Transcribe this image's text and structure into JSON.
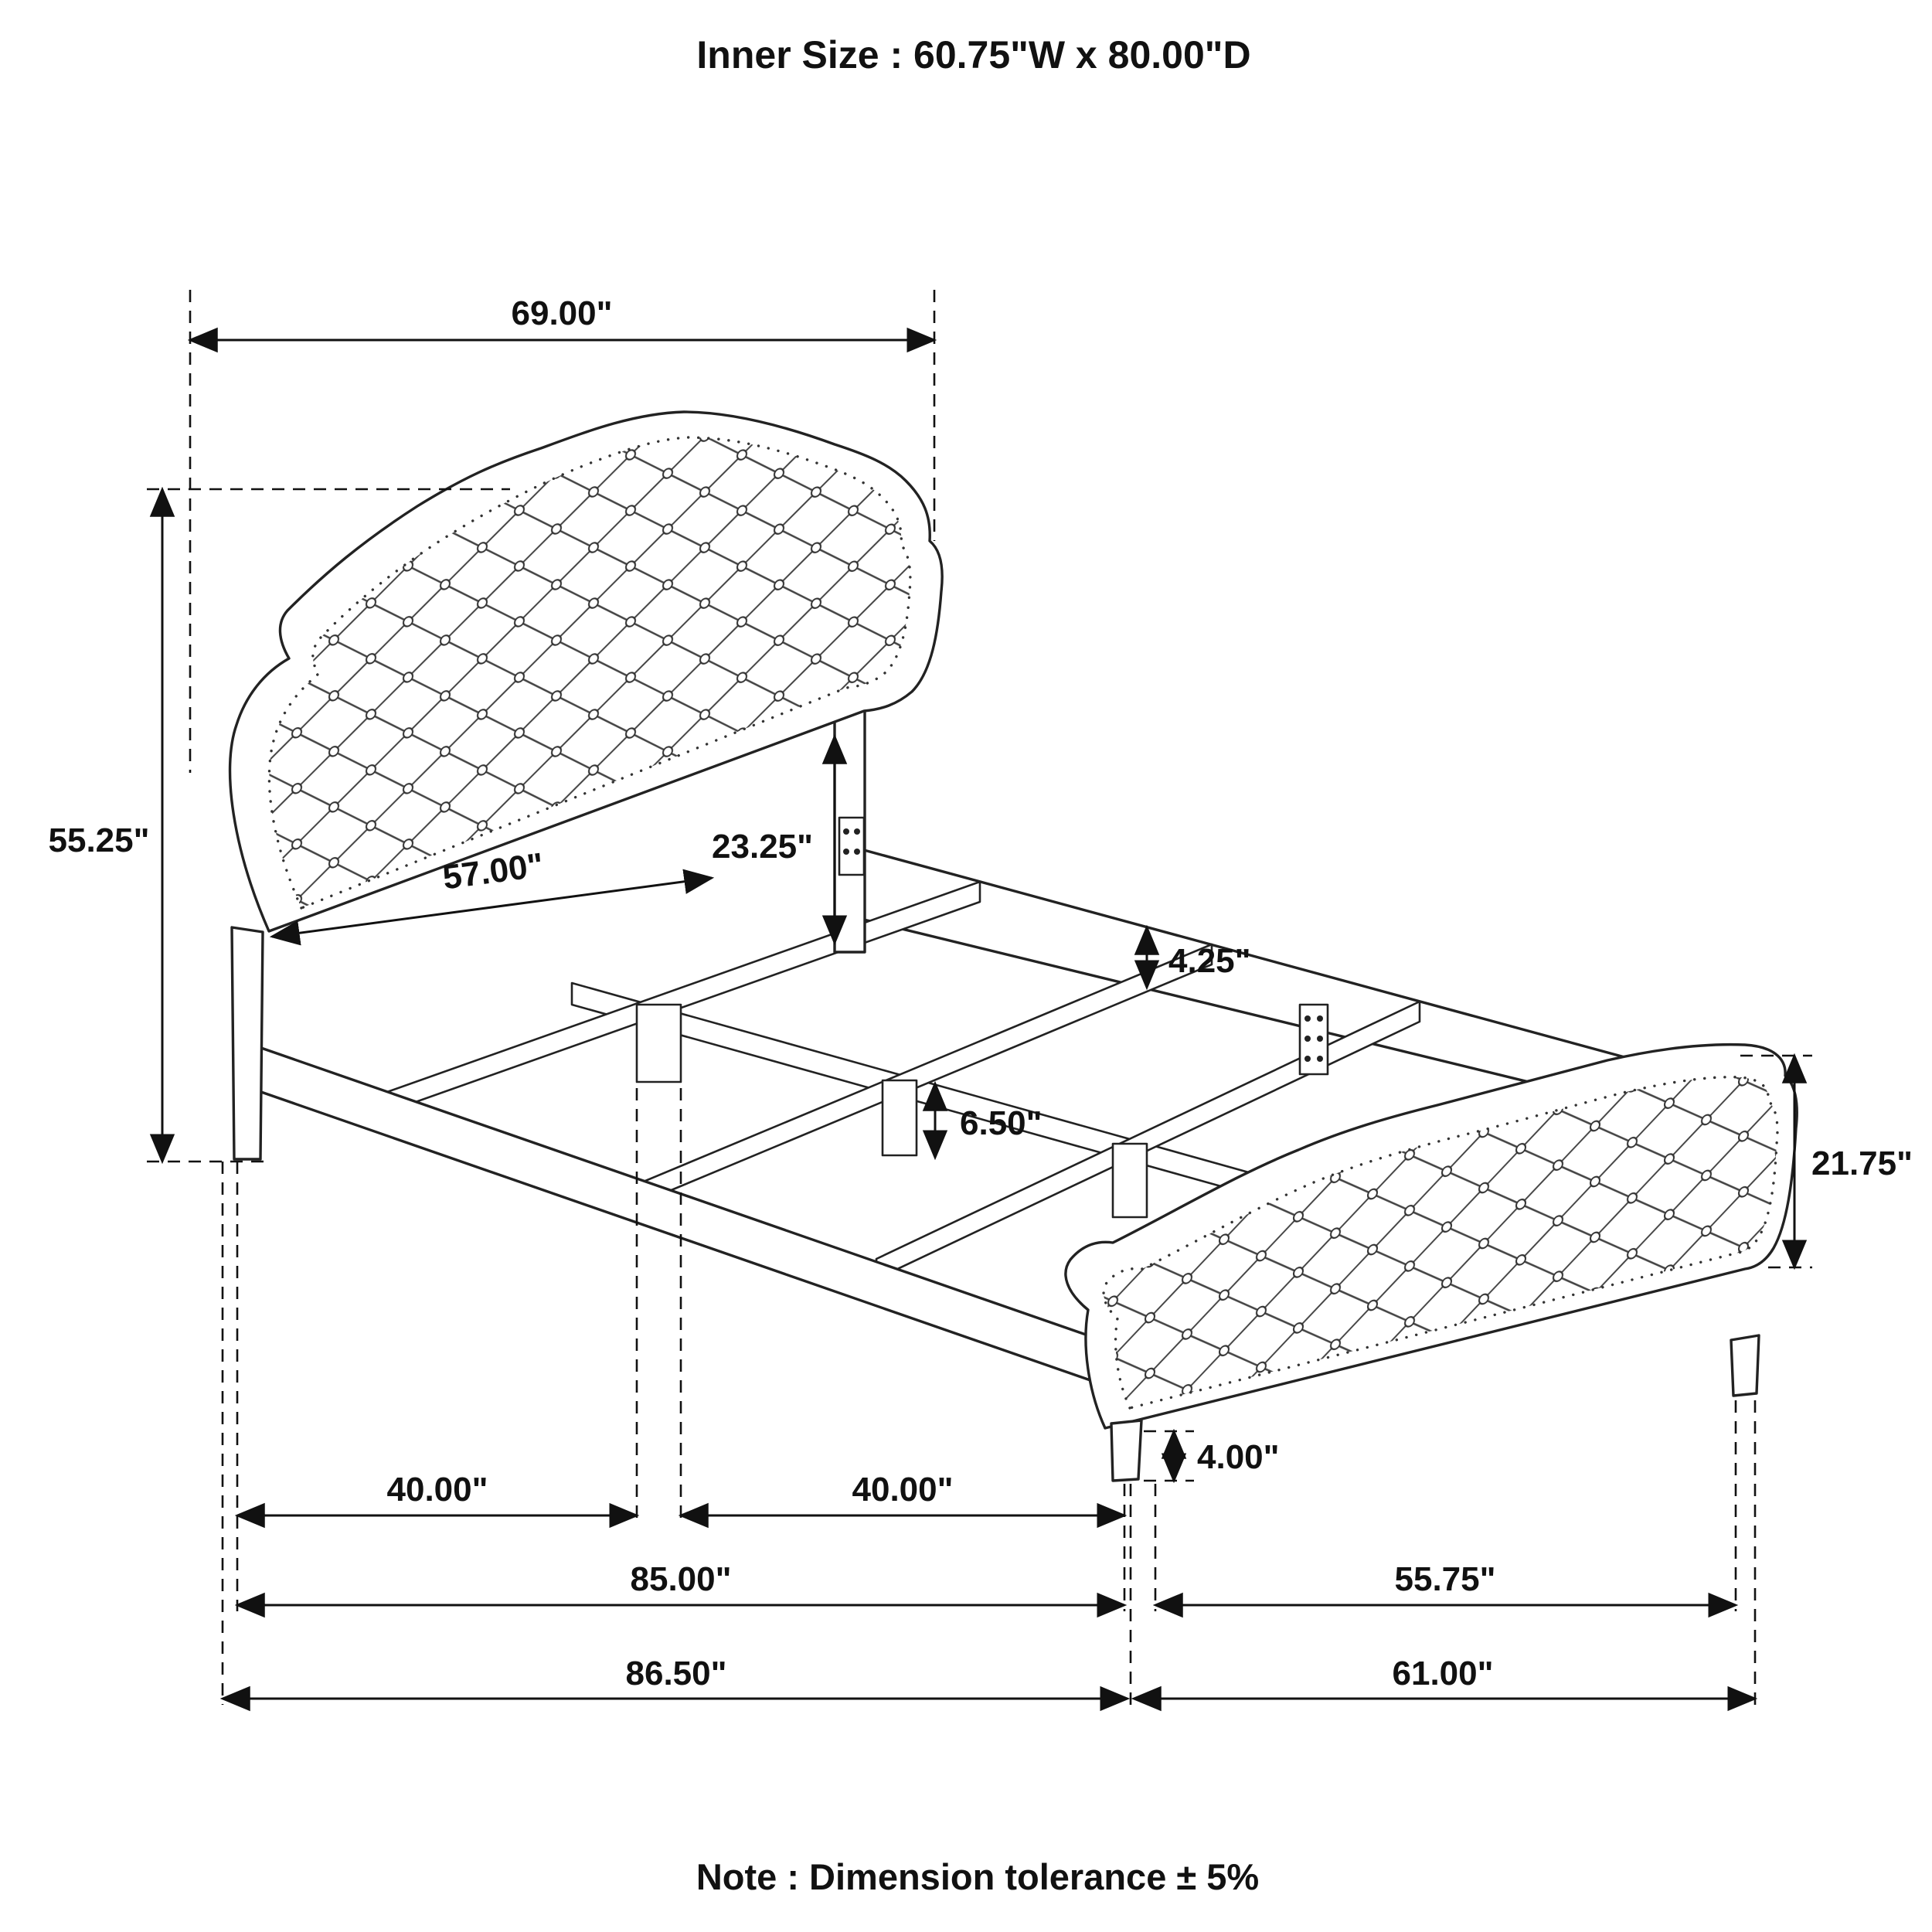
{
  "title": "Inner Size : 60.75\"W x 80.00\"D",
  "note": "Note : Dimension tolerance ± 5%",
  "dims": {
    "headboard_width": "69.00\"",
    "headboard_height": "55.25\"",
    "headboard_inner_width": "57.00\"",
    "headboard_post_height": "23.25\"",
    "rail_height": "4.25\"",
    "center_leg_height": "6.50\"",
    "footboard_height": "21.75\"",
    "footboard_leg_height": "4.00\"",
    "span_40_left": "40.00\"",
    "span_40_right": "40.00\"",
    "span_85": "85.00\"",
    "span_5575": "55.75\"",
    "span_8650": "86.50\"",
    "span_61": "61.00\""
  },
  "colors": {
    "line": "#111111",
    "background": "#ffffff"
  }
}
